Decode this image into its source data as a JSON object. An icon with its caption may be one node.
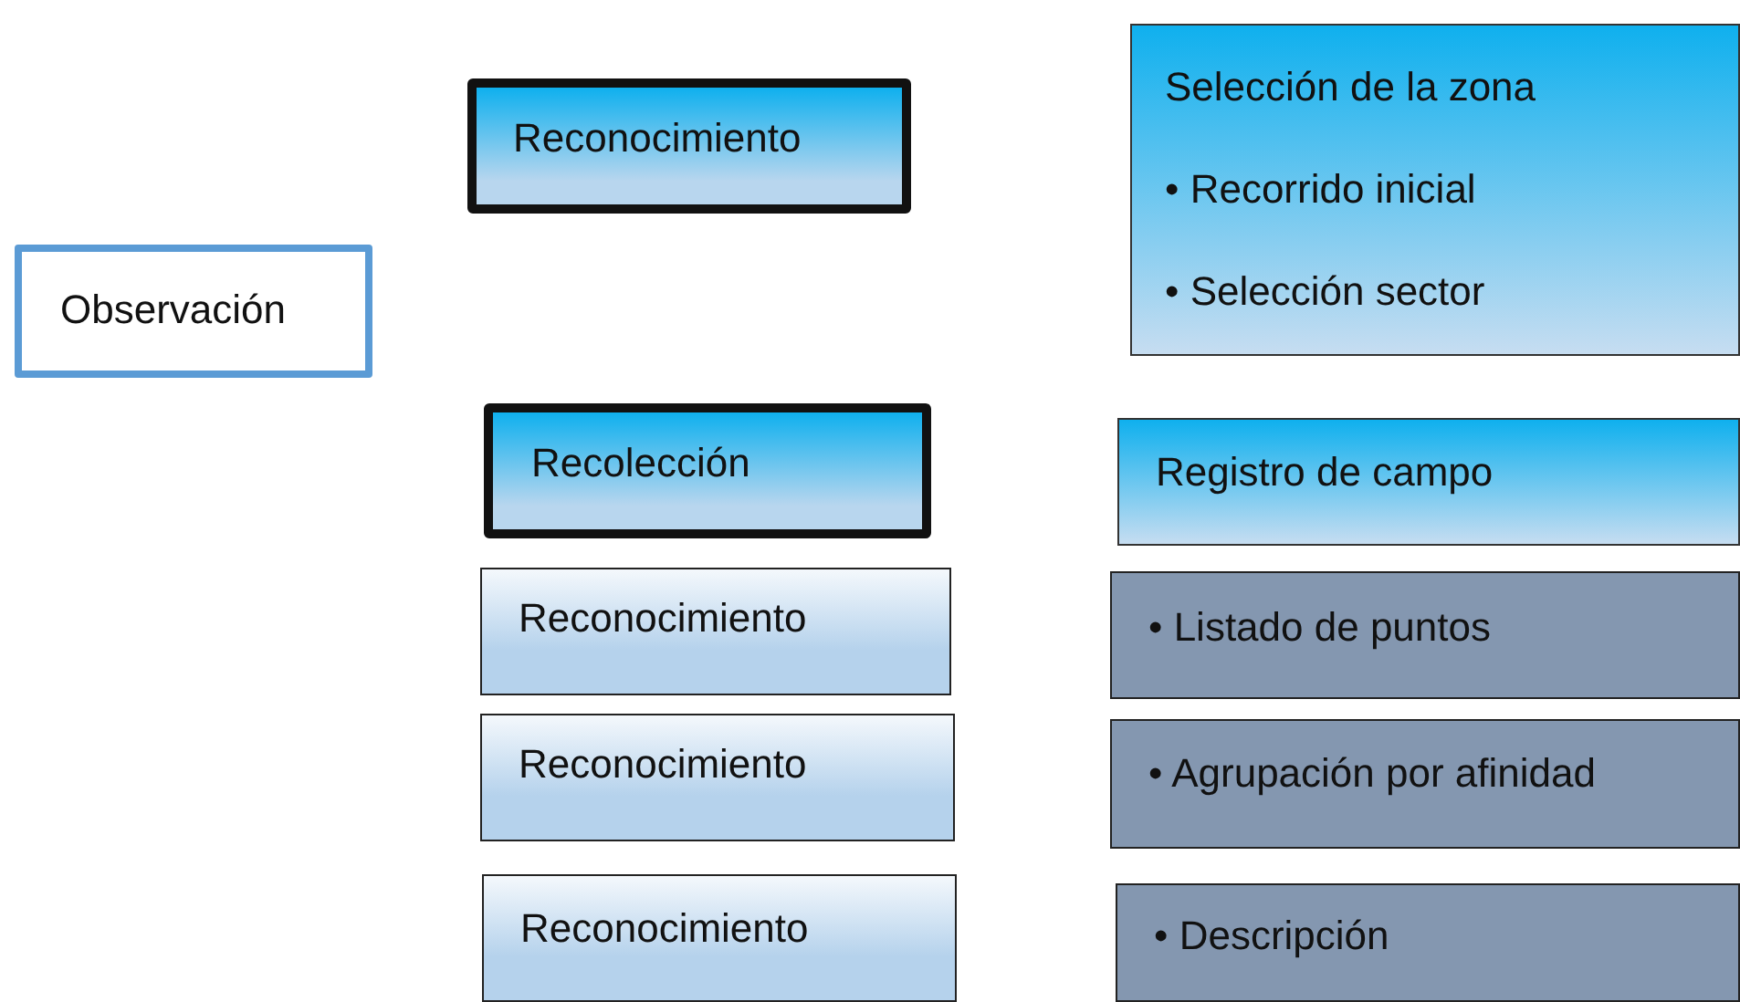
{
  "diagram": {
    "nodes": [
      {
        "text": [
          "Observación"
        ]
      },
      {
        "text": [
          "Reconocimiento"
        ]
      },
      {
        "text": [
          "Selección de la zona",
          "• Recorrido inicial",
          "• Selección sector"
        ]
      },
      {
        "text": [
          "Recolección"
        ]
      },
      {
        "text": [
          "Registro de campo"
        ]
      },
      {
        "text": [
          "Reconocimiento"
        ]
      },
      {
        "text": [
          "• Listado de puntos"
        ]
      },
      {
        "text": [
          "Reconocimiento"
        ]
      },
      {
        "text": [
          "• Agrupación por afinidad"
        ]
      },
      {
        "text": [
          "Reconocimiento"
        ]
      },
      {
        "text": [
          "• Descripción"
        ]
      }
    ]
  }
}
